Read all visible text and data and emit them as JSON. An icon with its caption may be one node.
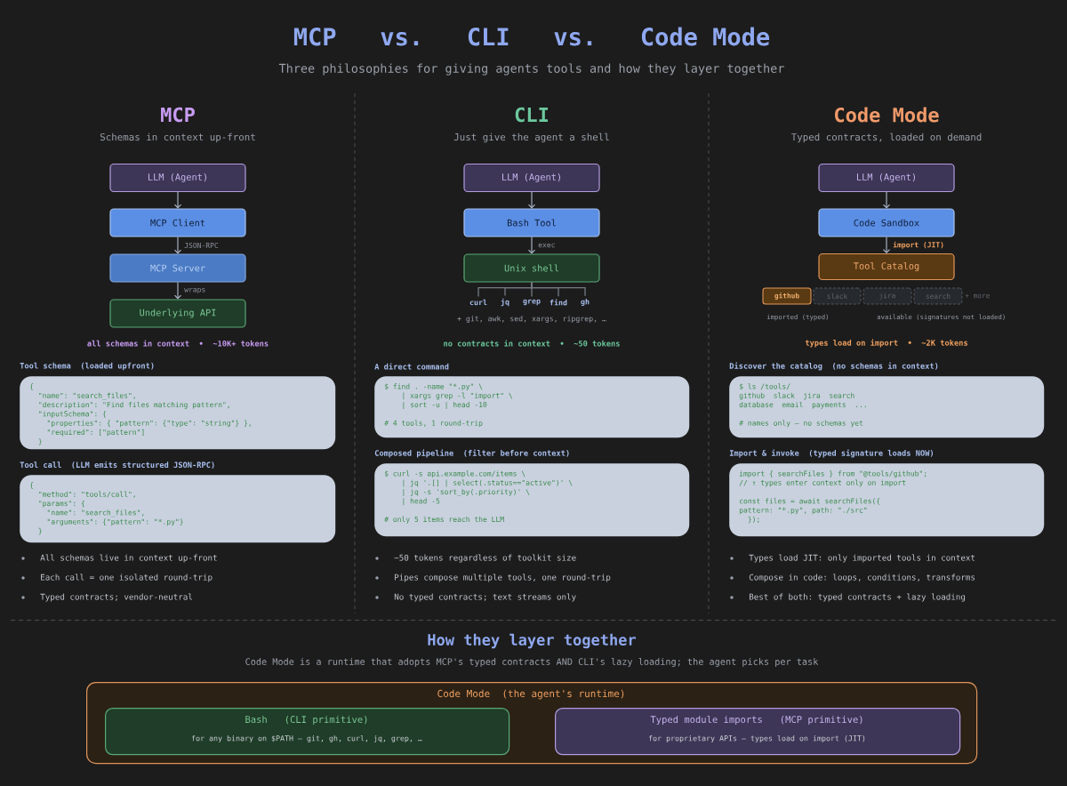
{
  "diagram": {
    "title": "MCP   vs.   CLI   vs.   Code Mode",
    "nodes": [
      {
        "text": [
          "LLM (Agent)"
        ]
      },
      {
        "text": [
          "MCP Client"
        ]
      },
      {
        "text": [
          "MCP Server"
        ]
      },
      {
        "text": [
          "Underlying API"
        ]
      },
      {
        "text": [
          "Tool schema  (loaded upfront)",
          "{",
          "\"name\": \"search_files\",",
          "\"description\": \"Find files matching pattern\",",
          "\"inputSchema\": {",
          "\"properties\": { \"pattern\": {\"type\": \"string\"} },",
          "\"required\": [\"pattern\"]",
          "}"
        ]
      },
      {
        "text": [
          "Tool call  (LLM emits structured JSON-RPC)",
          "{",
          "\"method\": \"tools/call\",",
          "\"params\": {",
          "\"name\": \"search_files\",",
          "\"arguments\": {\"pattern\": \"*.py\"}",
          "}"
        ]
      },
      {
        "text": [
          "LLM (Agent)"
        ]
      },
      {
        "text": [
          "Bash Tool"
        ]
      },
      {
        "text": [
          "Unix shell"
        ]
      },
      {
        "text": [
          "curl"
        ]
      },
      {
        "text": [
          "jq"
        ]
      },
      {
        "text": [
          "grep"
        ]
      },
      {
        "text": [
          "find"
        ]
      },
      {
        "text": [
          "gh"
        ]
      },
      {
        "text": [
          "A direct command",
          "$ find . -name \"*.py\" \\",
          "| xargs grep -l \"import\" \\",
          "| sort -u | head -10",
          "# 4 tools, 1 round-trip"
        ]
      },
      {
        "text": [
          "Composed pipeline  (filter before context)",
          "$ curl -s api.example.com/items \\",
          "| jq '.[] | select(.status==\"active\")' \\",
          "| jq -s 'sort_by(.priority)' \\",
          "| head -5",
          "# only 5 items reach the LLM"
        ]
      },
      {
        "text": [
          "LLM (Agent)"
        ]
      },
      {
        "text": [
          "Code Sandbox"
        ]
      },
      {
        "text": [
          "Tool Catalog"
        ]
      },
      {
        "text": [
          "github"
        ]
      },
      {
        "text": [
          "slack"
        ]
      },
      {
        "text": [
          "jira"
        ]
      },
      {
        "text": [
          "search"
        ]
      },
      {
        "text": [
          "Discover the catalog  (no schemas in context)",
          "$ ls /tools/",
          "github  slack  jira  search",
          "database  email  payments  ...",
          "# names only — no schemas yet"
        ]
      },
      {
        "text": [
          "Import & invoke  (typed signature loads NOW)",
          "import { searchFiles } from \"@tools/github\";",
          "// ↑ types enter context only on import",
          "const files = await searchFiles({",
          "pattern: \"*.py\", path: \"./src\"",
          "});"
        ]
      },
      {
        "text": [
          "Code Mode  (the agent's runtime)"
        ]
      },
      {
        "text": [
          "Bash   (CLI primitive)",
          "for any binary on $PATH — git, gh, curl, jq, grep, …"
        ],
        "in": 25
      },
      {
        "text": [
          "Typed module imports   (MCP primitive)",
          "for proprietary APIs — types load on import (JIT)"
        ],
        "in": 25
      }
    ],
    "edges": [
      {
        "from": 0,
        "to": 1,
        "arrow": "to"
      },
      {
        "from": 1,
        "to": 2,
        "arrow": "to",
        "label": "JSON-RPC"
      },
      {
        "from": 2,
        "to": 3,
        "arrow": "to",
        "label": "wraps"
      },
      {
        "from": 6,
        "to": 7,
        "arrow": "to"
      },
      {
        "from": 7,
        "to": 8,
        "arrow": "to",
        "label": "exec"
      },
      {
        "from": 8,
        "to": 9,
        "arrow": "none",
        "color": "#767a82"
      },
      {
        "from": 8,
        "to": 10,
        "arrow": "none",
        "color": "#767a82"
      },
      {
        "from": 8,
        "to": 11,
        "arrow": "none",
        "color": "#767a82"
      },
      {
        "from": 8,
        "to": 12,
        "arrow": "none",
        "color": "#767a82"
      },
      {
        "from": 8,
        "to": 13,
        "arrow": "none",
        "color": "#767a82"
      },
      {
        "from": 16,
        "to": 17,
        "arrow": "to"
      },
      {
        "from": 17,
        "to": 18,
        "arrow": "to",
        "label": "import (JIT)"
      }
    ],
    "labels": [
      "Three philosophies for giving agents tools and how they layer together",
      "MCP",
      "Schemas in context up-front",
      "CLI",
      "Just give the agent a shell",
      "Code Mode",
      "Typed contracts, loaded on demand",
      "+ git, awk, sed, xargs, ripgrep, …",
      "+ more",
      "imported (typed)",
      "available (signatures not loaded)",
      "all schemas in context  •  ~10K+ tokens",
      "no contracts in context  •  ~50 tokens",
      "types load on import  •  ~2K tokens",
      "All schemas live in context up-front",
      "Each call = one isolated round-trip",
      "Typed contracts; vendor-neutral",
      "~50 tokens regardless of toolkit size",
      "Pipes compose multiple tools, one round-trip",
      "No typed contracts; text streams only",
      "Types load JIT: only imported tools in context",
      "Compose in code: loops, conditions, transforms",
      "Best of both: typed contracts + lazy loading",
      "How they layer together",
      "Code Mode is a runtime that adopts MCP's typed contracts AND CLI's lazy loading; the agent picks per task"
    ]
  }
}
